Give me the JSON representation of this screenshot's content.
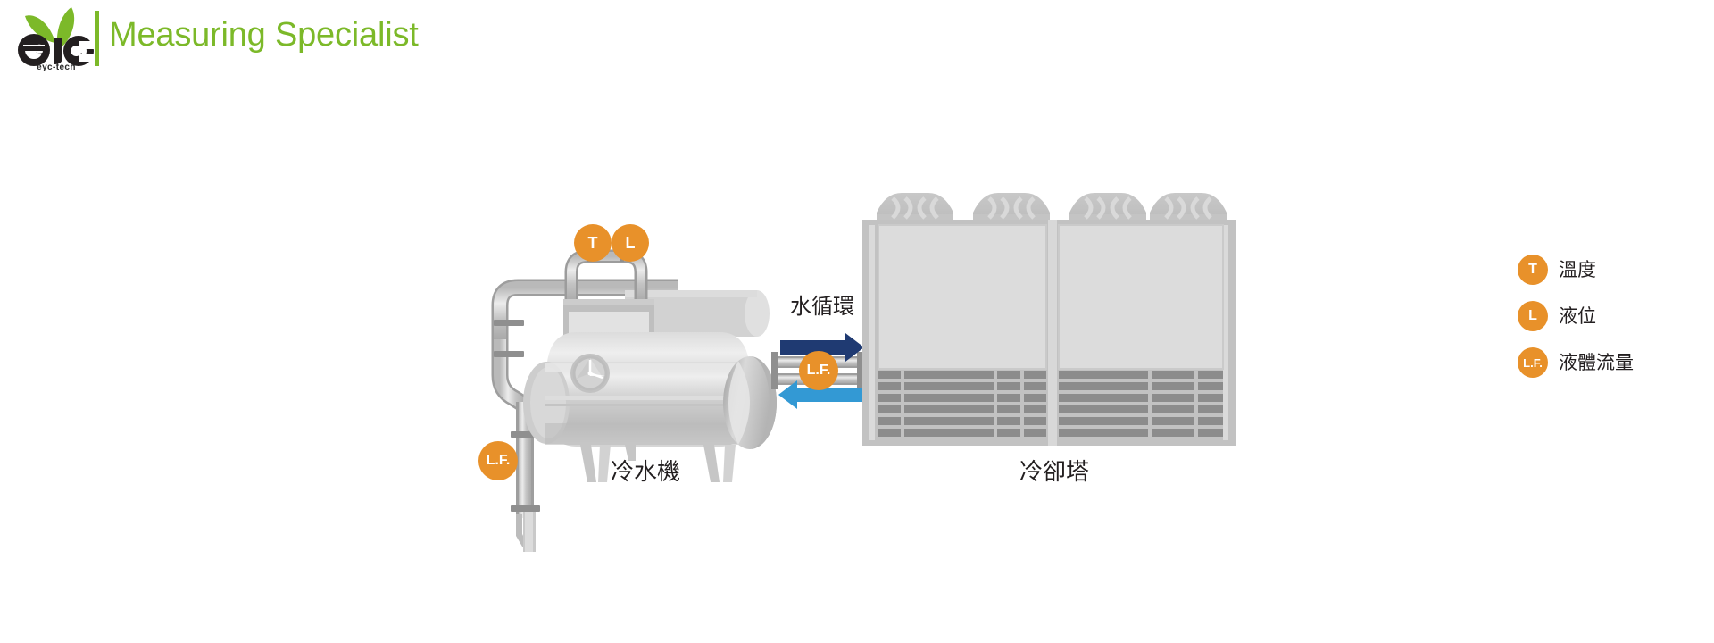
{
  "header": {
    "title": "Measuring Specialist",
    "logo_text": "eyc",
    "logo_tagline": "eyc-tech",
    "brand_color": "#7cb929"
  },
  "diagram": {
    "flow_label": "水循環",
    "equipment": [
      {
        "id": "chiller",
        "label": "冷水機"
      },
      {
        "id": "cooling-tower",
        "label": "冷卻塔"
      }
    ],
    "markers": [
      {
        "id": "chiller-temperature",
        "text": "T",
        "size": "large"
      },
      {
        "id": "chiller-level",
        "text": "L",
        "size": "large"
      },
      {
        "id": "chiller-drain-flow",
        "text": "L.F.",
        "size": "large"
      },
      {
        "id": "circulation-flow",
        "text": "L.F.",
        "size": "large"
      }
    ],
    "arrows": [
      {
        "id": "supply-arrow",
        "direction": "right",
        "color": "#1f3a72"
      },
      {
        "id": "return-arrow",
        "direction": "left",
        "color": "#3399d4"
      }
    ],
    "colors": {
      "marker": "#e8912a",
      "metal_light": "#e3e3e3",
      "metal_mid": "#c9c9c9",
      "metal_dark": "#a8a8a8",
      "louver": "#8c8c8c"
    }
  },
  "legend": {
    "items": [
      {
        "abbr": "T",
        "label": "溫度"
      },
      {
        "abbr": "L",
        "label": "液位"
      },
      {
        "abbr": "L.F.",
        "label": "液體流量"
      }
    ]
  }
}
